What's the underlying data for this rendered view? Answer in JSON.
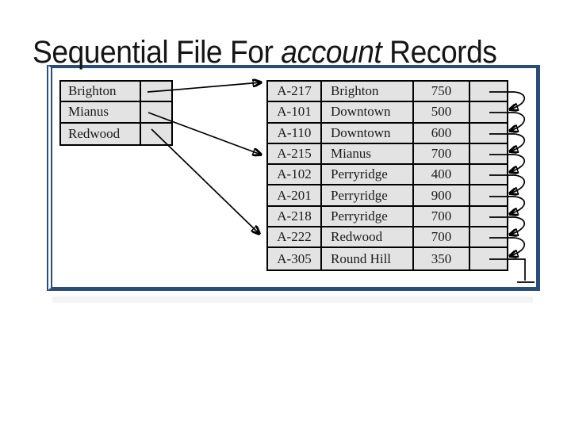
{
  "title": {
    "prefix": "Sequential File For ",
    "emphasis": "account",
    "suffix": " Records"
  },
  "colors": {
    "frame_border": "#2a4c78",
    "table_background": "#e3e3e3",
    "table_border": "#000000",
    "arrow": "#000000",
    "title_text": "#151515"
  },
  "index_table": {
    "rows": [
      {
        "branch": "Brighton"
      },
      {
        "branch": "Mianus"
      },
      {
        "branch": "Redwood"
      }
    ]
  },
  "account_table": {
    "rows": [
      {
        "account": "A-217",
        "branch": "Brighton",
        "balance": "750"
      },
      {
        "account": "A-101",
        "branch": "Downtown",
        "balance": "500"
      },
      {
        "account": "A-110",
        "branch": "Downtown",
        "balance": "600"
      },
      {
        "account": "A-215",
        "branch": "Mianus",
        "balance": "700"
      },
      {
        "account": "A-102",
        "branch": "Perryridge",
        "balance": "400"
      },
      {
        "account": "A-201",
        "branch": "Perryridge",
        "balance": "900"
      },
      {
        "account": "A-218",
        "branch": "Perryridge",
        "balance": "700"
      },
      {
        "account": "A-222",
        "branch": "Redwood",
        "balance": "700"
      },
      {
        "account": "A-305",
        "branch": "Round Hill",
        "balance": "350"
      }
    ]
  }
}
